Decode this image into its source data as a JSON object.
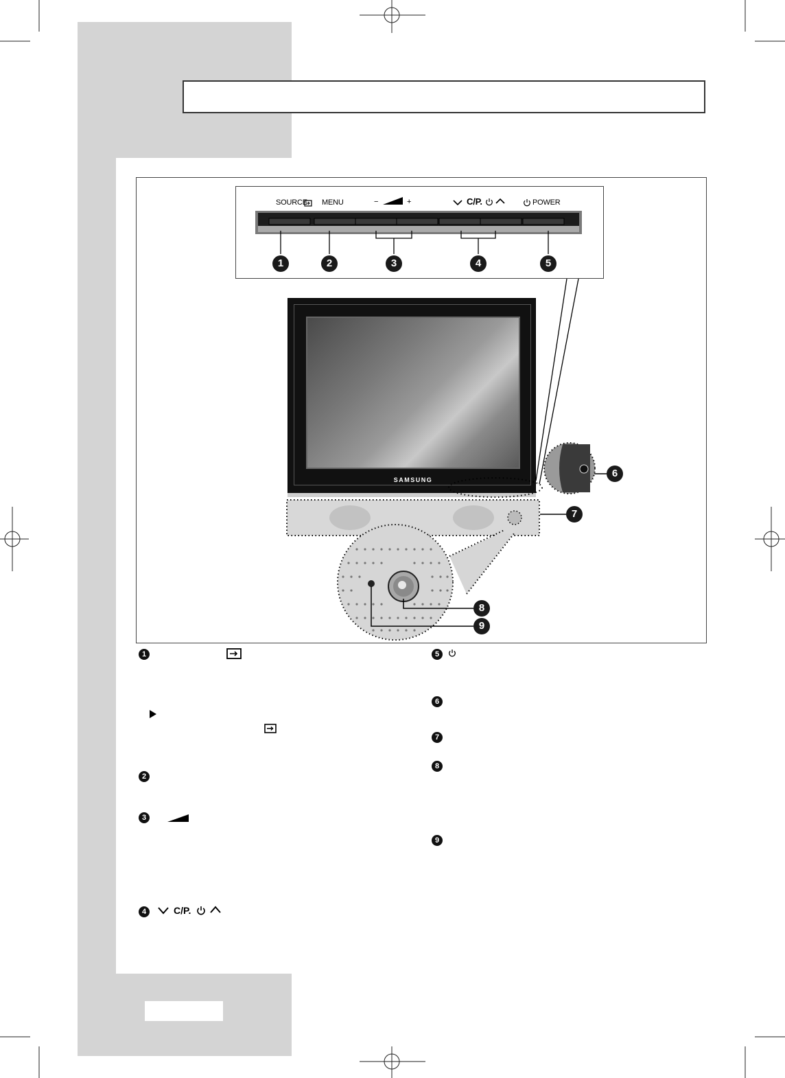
{
  "control_panel": {
    "labels": {
      "source": "SOURCE",
      "menu": "MENU",
      "vol_minus": "−",
      "vol_plus": "+",
      "channel": "C/P.",
      "power": "POWER"
    },
    "callouts": [
      "1",
      "2",
      "3",
      "4",
      "5"
    ]
  },
  "tv": {
    "brand": "SAMSUNG",
    "callouts": [
      "6",
      "7",
      "8",
      "9"
    ]
  },
  "descriptions": {
    "items": [
      {
        "num": "1"
      },
      {
        "num": "2"
      },
      {
        "num": "3"
      },
      {
        "num": "4",
        "label": "C/P."
      },
      {
        "num": "5"
      },
      {
        "num": "6"
      },
      {
        "num": "7"
      },
      {
        "num": "8"
      },
      {
        "num": "9"
      }
    ]
  },
  "icons": {
    "source": "source-input-icon",
    "volume": "volume-wedge-icon",
    "power": "power-icon",
    "arrow": "play-arrow-icon"
  }
}
